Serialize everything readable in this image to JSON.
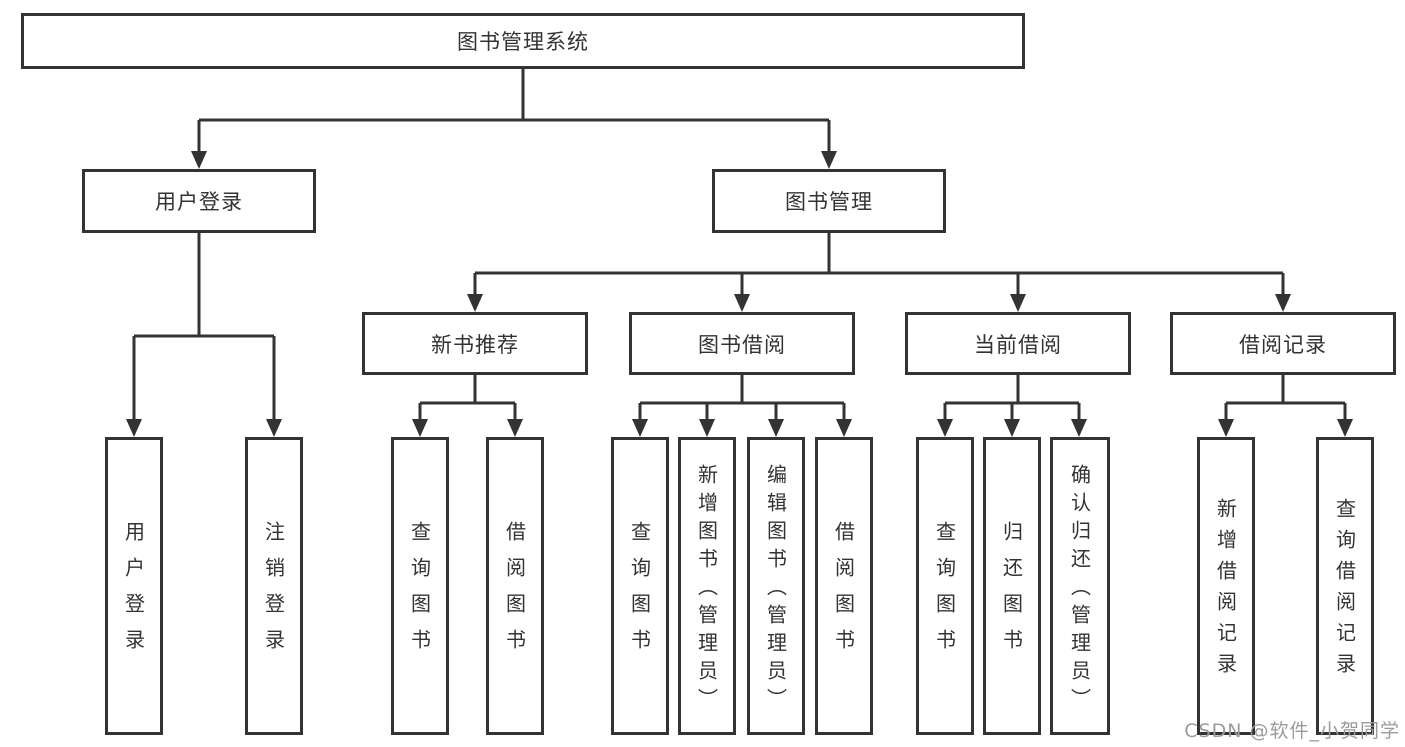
{
  "tree": {
    "root": "图书管理系统",
    "branches": [
      {
        "label": "用户登录",
        "leaves": [
          "用户登录",
          "注销登录"
        ]
      },
      {
        "label": "图书管理",
        "groups": [
          {
            "label": "新书推荐",
            "leaves": [
              "查询图书",
              "借阅图书"
            ]
          },
          {
            "label": "图书借阅",
            "leaves": [
              "查询图书",
              "新增图书（管理员）",
              "编辑图书（管理员）",
              "借阅图书"
            ]
          },
          {
            "label": "当前借阅",
            "leaves": [
              "查询图书",
              "归还图书",
              "确认归还（管理员）"
            ]
          },
          {
            "label": "借阅记录",
            "leaves": [
              "新增借阅记录",
              "查询借阅记录"
            ]
          }
        ]
      }
    ]
  },
  "watermark": "CSDN @软件_小贺同学",
  "colors": {
    "line": "#333333",
    "text": "#333333",
    "background": "#ffffff",
    "watermark": "#9b9b9b"
  }
}
